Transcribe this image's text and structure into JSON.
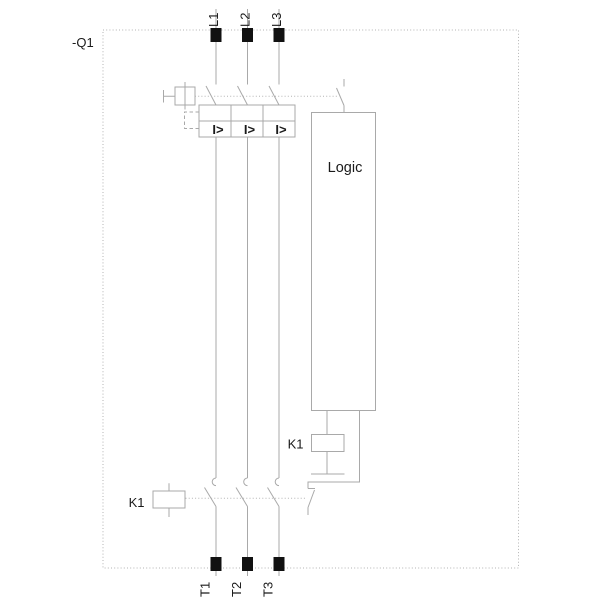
{
  "device_label": "-Q1",
  "logic_label": "Logic",
  "relay_upper_label": "K1",
  "relay_lower_label": "K1",
  "poles": [
    {
      "top_label": "L1",
      "bottom_label": "T1",
      "trip_symbol": "I>"
    },
    {
      "top_label": "L2",
      "bottom_label": "T2",
      "trip_symbol": "I>"
    },
    {
      "top_label": "L3",
      "bottom_label": "T3",
      "trip_symbol": "I>"
    }
  ],
  "colors": {
    "line": "#a9a9a9",
    "text": "#1a1a1a",
    "terminal_mark": "#111111",
    "background": "#ffffff"
  }
}
